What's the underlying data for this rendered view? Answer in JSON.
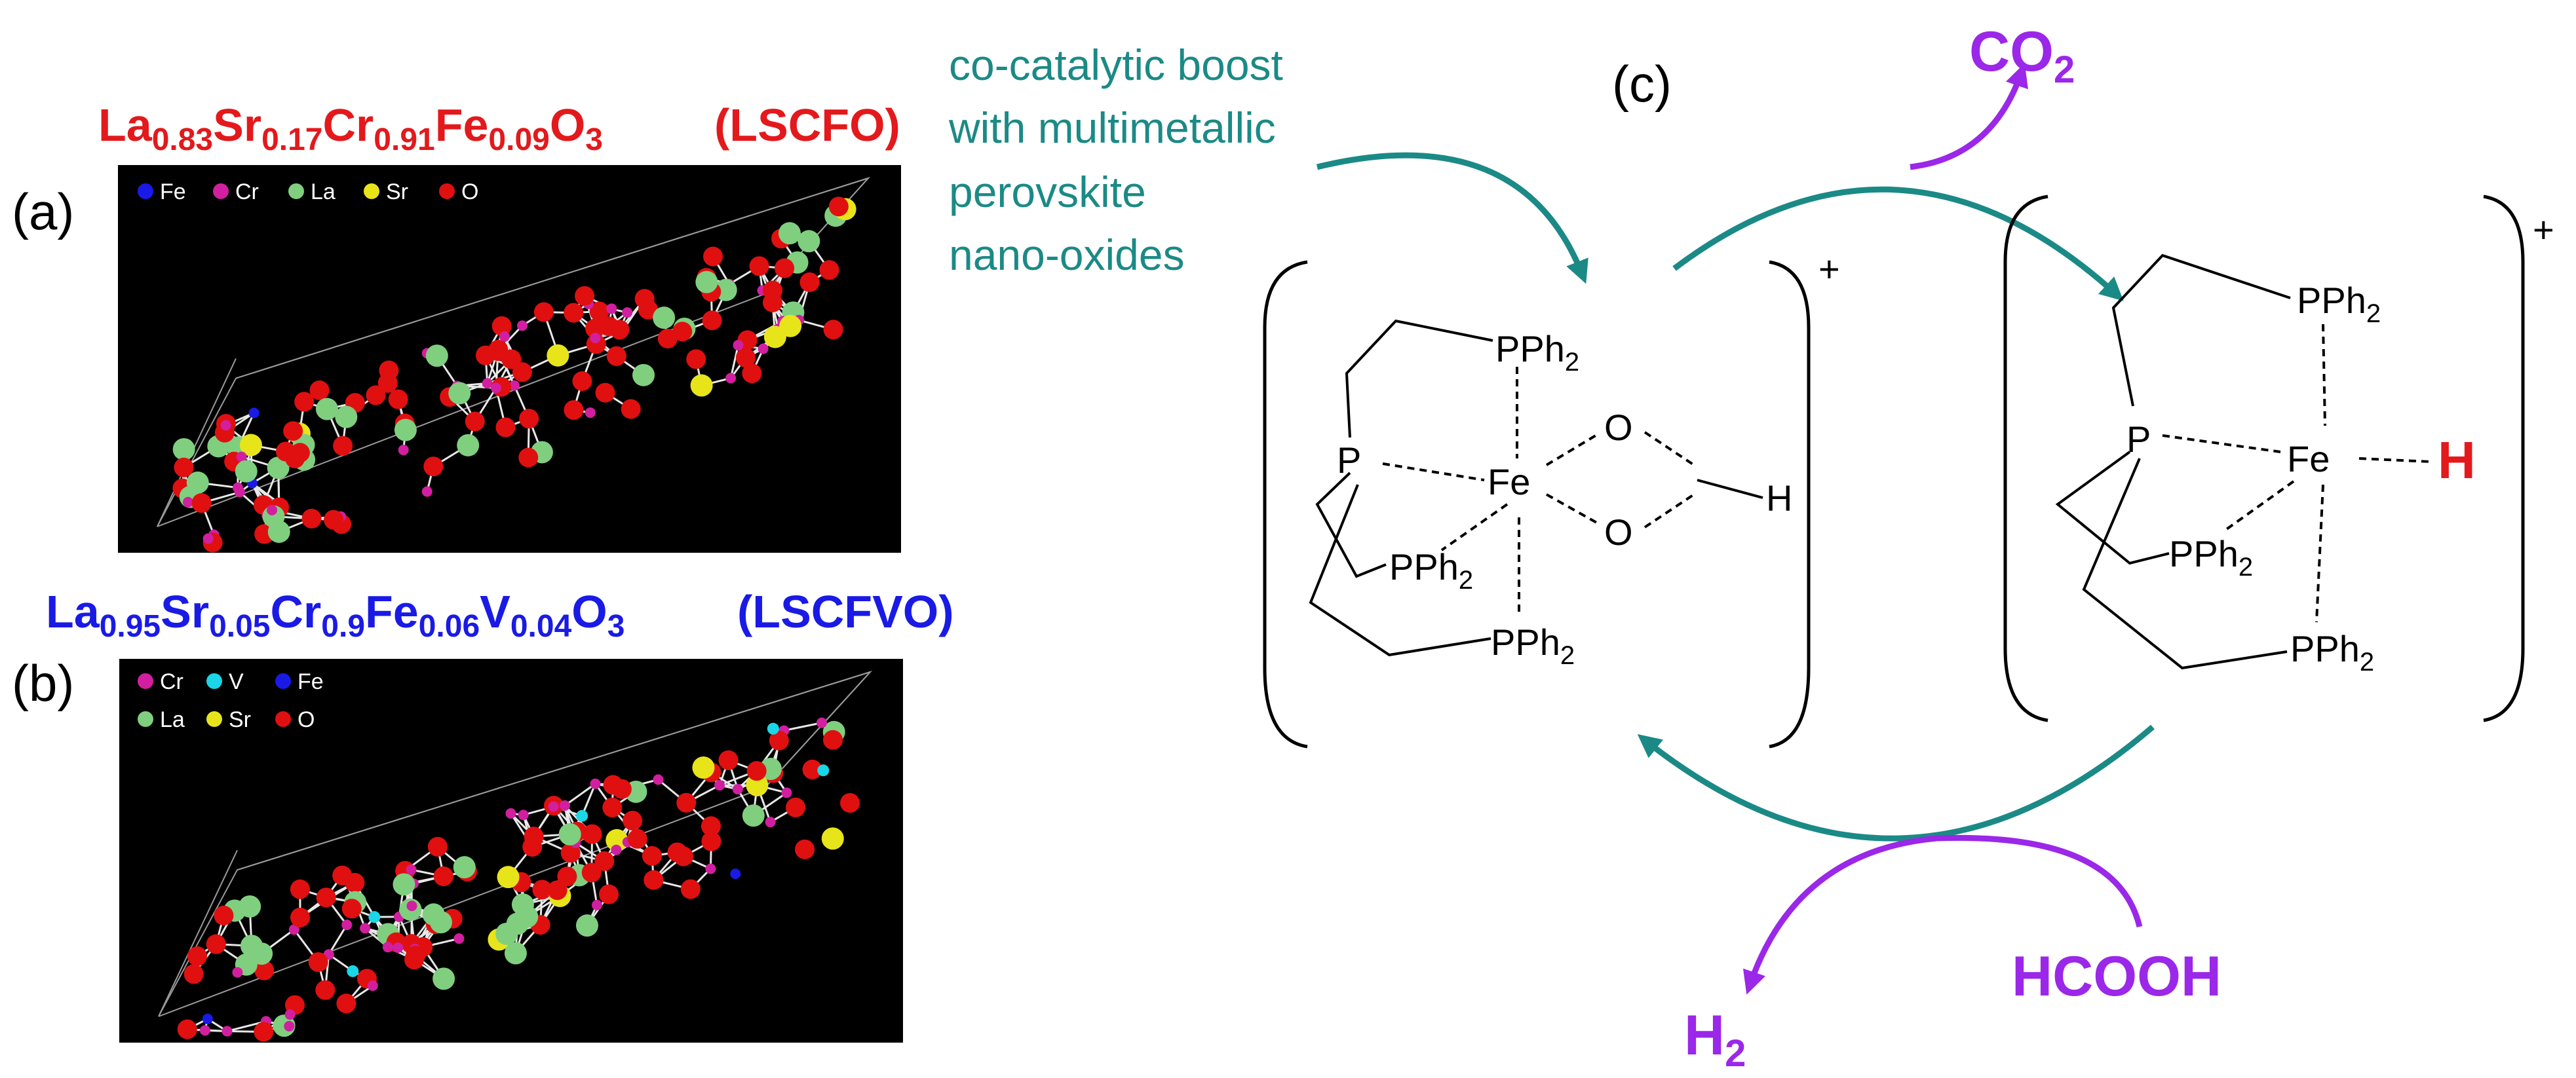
{
  "panels": {
    "a": {
      "label": "(a)",
      "formula": [
        {
          "t": "La"
        },
        {
          "t": "0.83",
          "sub": true
        },
        {
          "t": "Sr"
        },
        {
          "t": "0.17",
          "sub": true
        },
        {
          "t": "Cr"
        },
        {
          "t": "0.91",
          "sub": true
        },
        {
          "t": "Fe"
        },
        {
          "t": "0.09",
          "sub": true
        },
        {
          "t": "O"
        },
        {
          "t": "3",
          "sub": true
        }
      ],
      "abbrev": "(LSCFO)",
      "color": "#e3191c",
      "legend": [
        {
          "label": "Fe",
          "color": "#1a1ae6"
        },
        {
          "label": "Cr",
          "color": "#d21fa0"
        },
        {
          "label": "La",
          "color": "#7fcf7f"
        },
        {
          "label": "Sr",
          "color": "#e8e41a"
        },
        {
          "label": "O",
          "color": "#e01010"
        }
      ]
    },
    "b": {
      "label": "(b)",
      "formula": [
        {
          "t": "La"
        },
        {
          "t": "0.95",
          "sub": true
        },
        {
          "t": "Sr"
        },
        {
          "t": "0.05",
          "sub": true
        },
        {
          "t": "Cr"
        },
        {
          "t": "0.9",
          "sub": true
        },
        {
          "t": "Fe"
        },
        {
          "t": "0.06",
          "sub": true
        },
        {
          "t": "V"
        },
        {
          "t": "0.04",
          "sub": true
        },
        {
          "t": "O"
        },
        {
          "t": "3",
          "sub": true
        }
      ],
      "abbrev": "(LSCFVO)",
      "color": "#1a1ae6",
      "legend_row1": [
        {
          "label": "Cr",
          "color": "#d21fa0"
        },
        {
          "label": "V",
          "color": "#1ad6e6"
        },
        {
          "label": "Fe",
          "color": "#1a1ae6"
        }
      ],
      "legend_row2": [
        {
          "label": "La",
          "color": "#7fcf7f"
        },
        {
          "label": "Sr",
          "color": "#e8e41a"
        },
        {
          "label": "O",
          "color": "#e01010"
        }
      ]
    },
    "c": {
      "label": "(c)",
      "boost_lines": [
        "co-catalytic boost",
        "with multimetallic",
        "perovskite",
        "nano-oxides"
      ],
      "co2_main": "CO",
      "co2_sub": "2",
      "h2_main": "H",
      "h2_sub": "2",
      "hcooh": "HCOOH",
      "charge": "+",
      "complex1": {
        "p_center": "P",
        "fe": "Fe",
        "o": "O",
        "h": "H",
        "pph_main": "PPh",
        "pph_sub": "2"
      },
      "complex2": {
        "p_center": "P",
        "fe": "Fe",
        "hydride": "H",
        "pph_main": "PPh",
        "pph_sub": "2"
      }
    }
  },
  "colors": {
    "teal": "#1b8a86",
    "purple": "#9b27e8",
    "red": "#e3191c",
    "blue": "#1a1ae6"
  }
}
